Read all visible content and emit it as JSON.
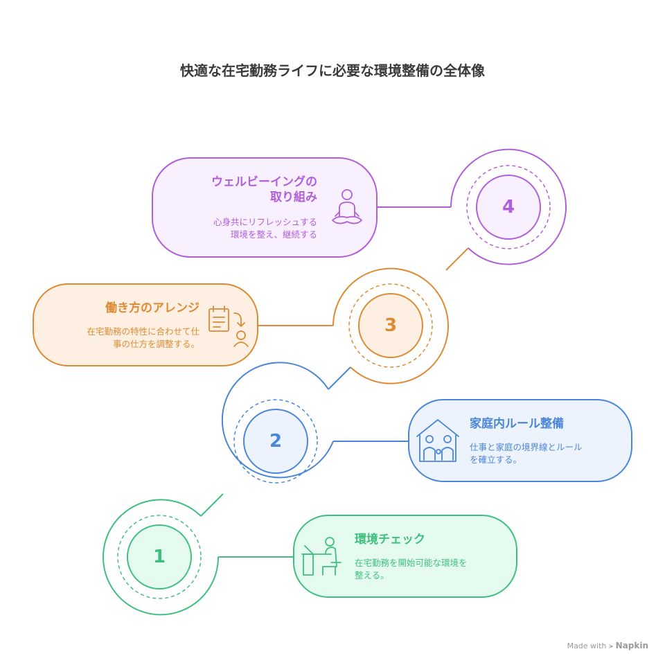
{
  "title": "快適な在宅勤務ライフに必要な環境整備の全体像",
  "steps": [
    {
      "number": "1",
      "title": "環境チェック",
      "description_lines": [
        "在宅勤務を開始可能な環境を",
        "整える。"
      ],
      "color": "#3fbf7f",
      "fill": "#e5fbef",
      "icon": "desk-worker-icon"
    },
    {
      "number": "2",
      "title": "家庭内ルール整備",
      "description_lines": [
        "仕事と家庭の境界線とルール",
        "を確立する。"
      ],
      "color": "#4a86d8",
      "fill": "#edf3fd",
      "icon": "family-house-icon"
    },
    {
      "number": "3",
      "title": "働き方のアレンジ",
      "description_lines": [
        "在宅勤務の特性に合わせて仕",
        "事の仕方を調整する。"
      ],
      "color": "#dd8a33",
      "fill": "#fdf0e2",
      "icon": "schedule-adjust-icon"
    },
    {
      "number": "4",
      "title_lines": [
        "ウェルビーイングの",
        "取り組み"
      ],
      "description_lines": [
        "心身共にリフレッシュする",
        "環境を整え、継続する"
      ],
      "color": "#b05fd8",
      "fill": "#f8efff",
      "icon": "meditation-icon"
    }
  ],
  "footer": {
    "prefix": "Made with",
    "brand": "Napkin"
  }
}
